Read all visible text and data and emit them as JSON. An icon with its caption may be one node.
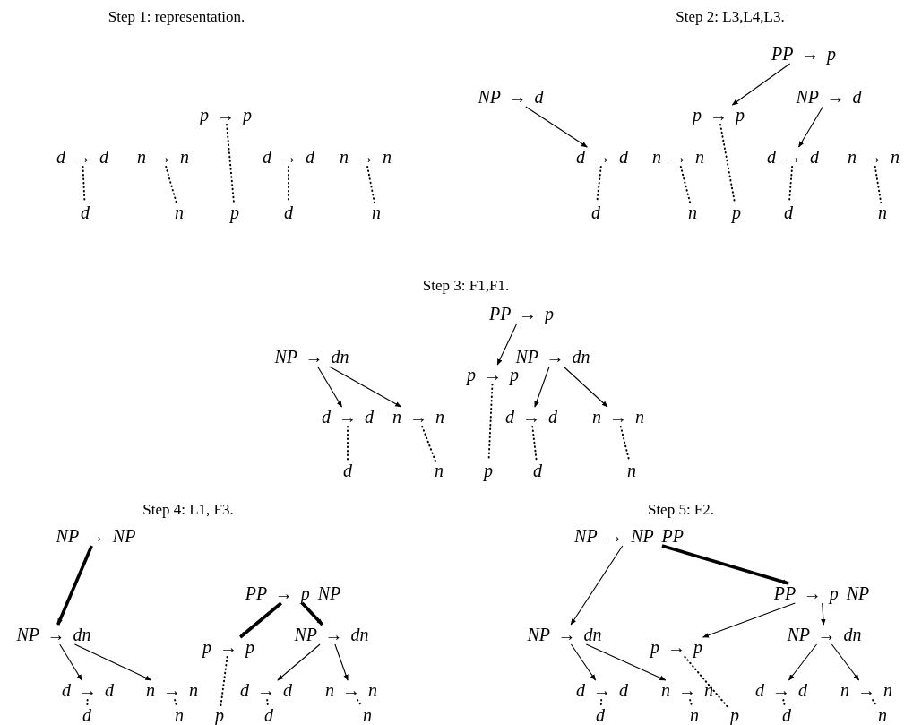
{
  "diagram": {
    "nodes": [
      {
        "text": [
          "p → p"
        ]
      },
      {
        "text": [
          "d → d"
        ]
      },
      {
        "text": [
          "n → n"
        ]
      },
      {
        "text": [
          "d → d"
        ]
      },
      {
        "text": [
          "n → n"
        ]
      },
      {
        "text": [
          "d"
        ]
      },
      {
        "text": [
          "n"
        ]
      },
      {
        "text": [
          "p"
        ]
      },
      {
        "text": [
          "d"
        ]
      },
      {
        "text": [
          "n"
        ]
      },
      {
        "text": [
          "PP → p"
        ]
      },
      {
        "text": [
          "NP → d"
        ]
      },
      {
        "text": [
          "p → p"
        ]
      },
      {
        "text": [
          "NP → d"
        ]
      },
      {
        "text": [
          "d → d"
        ]
      },
      {
        "text": [
          "n → n"
        ]
      },
      {
        "text": [
          "d → d"
        ]
      },
      {
        "text": [
          "n → n"
        ]
      },
      {
        "text": [
          "d"
        ]
      },
      {
        "text": [
          "n"
        ]
      },
      {
        "text": [
          "p"
        ]
      },
      {
        "text": [
          "d"
        ]
      },
      {
        "text": [
          "n"
        ]
      },
      {
        "text": [
          "PP → p"
        ]
      },
      {
        "text": [
          "NP → dn"
        ]
      },
      {
        "text": [
          "p → p"
        ]
      },
      {
        "text": [
          "NP → dn"
        ]
      },
      {
        "text": [
          "d → d"
        ]
      },
      {
        "text": [
          "n → n"
        ]
      },
      {
        "text": [
          "d → d"
        ]
      },
      {
        "text": [
          "n → n"
        ]
      },
      {
        "text": [
          "d"
        ]
      },
      {
        "text": [
          "n"
        ]
      },
      {
        "text": [
          "p"
        ]
      },
      {
        "text": [
          "d"
        ]
      },
      {
        "text": [
          "n"
        ]
      },
      {
        "text": [
          "NP → NP"
        ]
      },
      {
        "text": [
          "PP → p NP"
        ]
      },
      {
        "text": [
          "NP → dn"
        ]
      },
      {
        "text": [
          "p → p"
        ]
      },
      {
        "text": [
          "NP → dn"
        ]
      },
      {
        "text": [
          "d → d"
        ]
      },
      {
        "text": [
          "n → n"
        ]
      },
      {
        "text": [
          "d → d"
        ]
      },
      {
        "text": [
          "n → n"
        ]
      },
      {
        "text": [
          "d"
        ]
      },
      {
        "text": [
          "n"
        ]
      },
      {
        "text": [
          "p"
        ]
      },
      {
        "text": [
          "d"
        ]
      },
      {
        "text": [
          "n"
        ]
      },
      {
        "text": [
          "NP → NP PP"
        ]
      },
      {
        "text": [
          "PP → p NP"
        ]
      },
      {
        "text": [
          "NP → dn"
        ]
      },
      {
        "text": [
          "p → p"
        ]
      },
      {
        "text": [
          "NP → dn"
        ]
      },
      {
        "text": [
          "d → d"
        ]
      },
      {
        "text": [
          "n → n"
        ]
      },
      {
        "text": [
          "d → d"
        ]
      },
      {
        "text": [
          "n → n"
        ]
      },
      {
        "text": [
          "d"
        ]
      },
      {
        "text": [
          "n"
        ]
      },
      {
        "text": [
          "p"
        ]
      },
      {
        "text": [
          "d"
        ]
      },
      {
        "text": [
          "n"
        ]
      }
    ],
    "edges": [
      {
        "from": 1,
        "to": 5,
        "arrow": "none",
        "style": "dashed"
      },
      {
        "from": 2,
        "to": 6,
        "arrow": "none",
        "style": "dashed"
      },
      {
        "from": 0,
        "to": 7,
        "arrow": "none",
        "style": "dashed"
      },
      {
        "from": 3,
        "to": 8,
        "arrow": "none",
        "style": "dashed"
      },
      {
        "from": 4,
        "to": 9,
        "arrow": "none",
        "style": "dashed"
      },
      {
        "from": 14,
        "to": 18,
        "arrow": "none",
        "style": "dashed"
      },
      {
        "from": 15,
        "to": 19,
        "arrow": "none",
        "style": "dashed"
      },
      {
        "from": 12,
        "to": 20,
        "arrow": "none",
        "style": "dashed"
      },
      {
        "from": 16,
        "to": 21,
        "arrow": "none",
        "style": "dashed"
      },
      {
        "from": 17,
        "to": 22,
        "arrow": "none",
        "style": "dashed"
      },
      {
        "from": 11,
        "to": 14,
        "arrow": "to"
      },
      {
        "from": 10,
        "to": 12,
        "arrow": "to"
      },
      {
        "from": 13,
        "to": 16,
        "arrow": "to"
      },
      {
        "from": 27,
        "to": 31,
        "arrow": "none",
        "style": "dashed"
      },
      {
        "from": 28,
        "to": 32,
        "arrow": "none",
        "style": "dashed"
      },
      {
        "from": 25,
        "to": 33,
        "arrow": "none",
        "style": "dashed"
      },
      {
        "from": 29,
        "to": 34,
        "arrow": "none",
        "style": "dashed"
      },
      {
        "from": 30,
        "to": 35,
        "arrow": "none",
        "style": "dashed"
      },
      {
        "from": 24,
        "to": 27,
        "arrow": "to"
      },
      {
        "from": 24,
        "to": 28,
        "arrow": "to"
      },
      {
        "from": 23,
        "to": 25,
        "arrow": "to"
      },
      {
        "from": 26,
        "to": 29,
        "arrow": "to"
      },
      {
        "from": 26,
        "to": 30,
        "arrow": "to"
      },
      {
        "from": 41,
        "to": 45,
        "arrow": "none",
        "style": "dashed"
      },
      {
        "from": 42,
        "to": 46,
        "arrow": "none",
        "style": "dashed"
      },
      {
        "from": 39,
        "to": 47,
        "arrow": "none",
        "style": "dashed"
      },
      {
        "from": 43,
        "to": 48,
        "arrow": "none",
        "style": "dashed"
      },
      {
        "from": 44,
        "to": 49,
        "arrow": "none",
        "style": "dashed"
      },
      {
        "from": 36,
        "to": 38,
        "arrow": "to",
        "style": "thick"
      },
      {
        "from": 37,
        "to": 39,
        "arrow": "to",
        "style": "thick"
      },
      {
        "from": 37,
        "to": 40,
        "arrow": "to",
        "style": "thick"
      },
      {
        "from": 38,
        "to": 41,
        "arrow": "to"
      },
      {
        "from": 38,
        "to": 42,
        "arrow": "to"
      },
      {
        "from": 40,
        "to": 43,
        "arrow": "to"
      },
      {
        "from": 40,
        "to": 44,
        "arrow": "to"
      },
      {
        "from": 55,
        "to": 59,
        "arrow": "none",
        "style": "dashed"
      },
      {
        "from": 56,
        "to": 60,
        "arrow": "none",
        "style": "dashed"
      },
      {
        "from": 53,
        "to": 61,
        "arrow": "none",
        "style": "dashed"
      },
      {
        "from": 57,
        "to": 62,
        "arrow": "none",
        "style": "dashed"
      },
      {
        "from": 58,
        "to": 63,
        "arrow": "none",
        "style": "dashed"
      },
      {
        "from": 50,
        "to": 52,
        "arrow": "to"
      },
      {
        "from": 50,
        "to": 51,
        "arrow": "to",
        "style": "thick"
      },
      {
        "from": 51,
        "to": 53,
        "arrow": "to"
      },
      {
        "from": 51,
        "to": 54,
        "arrow": "to"
      },
      {
        "from": 52,
        "to": 55,
        "arrow": "to"
      },
      {
        "from": 52,
        "to": 56,
        "arrow": "to"
      },
      {
        "from": 54,
        "to": 57,
        "arrow": "to"
      },
      {
        "from": 54,
        "to": 58,
        "arrow": "to"
      }
    ],
    "labels": [
      "Step 1: representation.",
      "Step 2: L3,L4,L3.",
      "Step 3: F1,F1.",
      "Step 4: L1, F3.",
      "Step 5: F2."
    ]
  }
}
